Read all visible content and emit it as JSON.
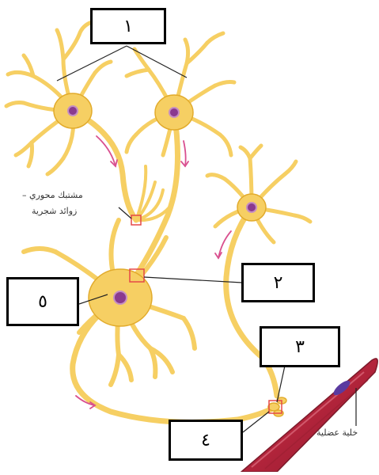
{
  "labels": {
    "box1": "١",
    "box2": "٢",
    "box3": "٣",
    "box4": "٤",
    "box5": "٥",
    "synapse_line1": "مشتبك محوري –",
    "synapse_line2": "زوائد شجرية",
    "muscle_cell": "خلية عضلية"
  },
  "colors": {
    "neuron_fill": "#f6cf63",
    "neuron_stroke": "#e2ab2c",
    "nucleus": "#8a3a8f",
    "nucleus_edge": "#c58ec2",
    "arrow": "#d9508f",
    "synapse_box": "#e54848",
    "muscle_fill": "#b3243b",
    "muscle_edge": "#7c1a2a",
    "muscle_nucleus": "#5a3aa0",
    "leader_line": "#222222"
  }
}
